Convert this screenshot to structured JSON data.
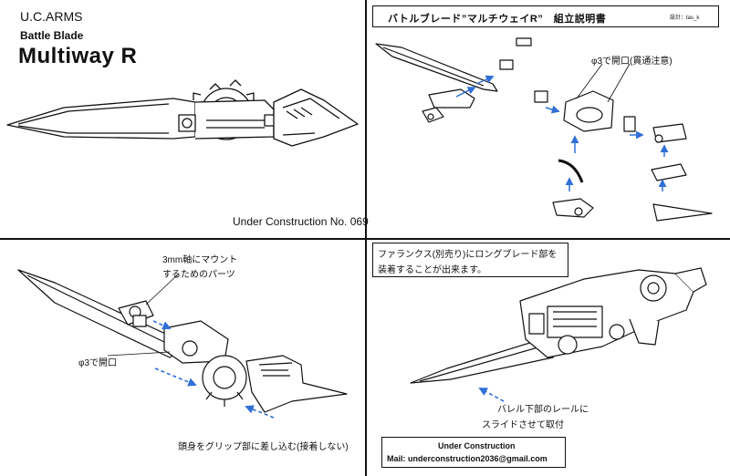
{
  "panel_overview": {
    "brand": "U.C.ARMS",
    "subtitle": "Battle Blade",
    "title": "Multiway R",
    "series_label": "Under Construction  No. 069"
  },
  "panel_exploded": {
    "header_title": "バトルブレード”マルチウェイR”　組立説明書",
    "design_credit": "設計：tas_k",
    "hole_note": "φ3で開口(貫通注意)"
  },
  "panel_mount": {
    "mount_note_line1": "3mm軸にマウント",
    "mount_note_line2": "するためのパーツ",
    "hole_note": "φ3で開口",
    "insert_note": "頭身をグリップ部に差し込む(接着しない)"
  },
  "panel_farancs": {
    "farancs_note_line1": "ファランクス(別売り)にロングブレード部を",
    "farancs_note_line2": "装着することが出来ます。",
    "rail_note_line1": "バレル下部のレールに",
    "rail_note_line2": "スライドさせて取付",
    "contact_title": "Under Construction",
    "contact_mail": "Mail: underconstruction2036@gmail.com"
  },
  "colors": {
    "line": "#111111",
    "arrow": "#2f6fd6",
    "background": "#ffffff"
  },
  "icons": [
    "blade-drawing",
    "gear-icon",
    "arrow-icon",
    "gun-drawing"
  ]
}
